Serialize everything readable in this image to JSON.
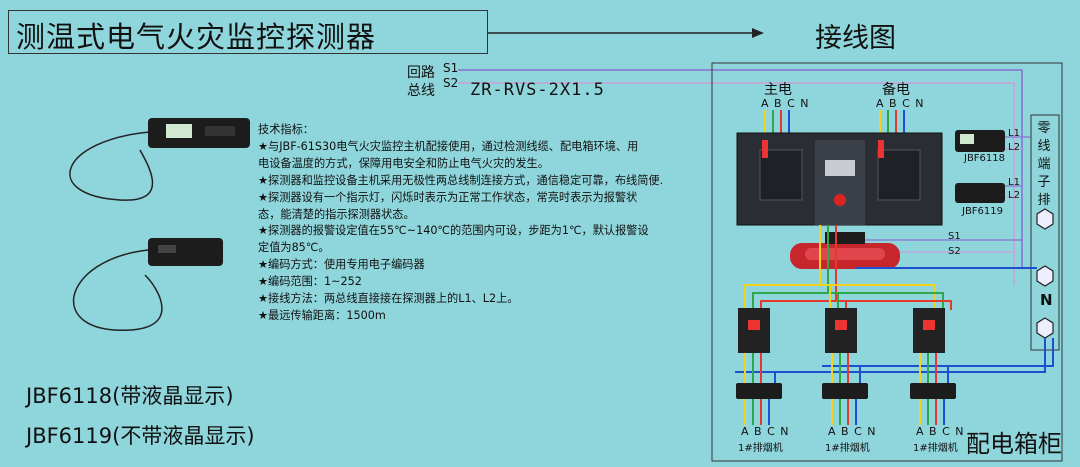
{
  "header": {
    "title": "测温式电气火灾监控探测器",
    "wiring_title": "接线图"
  },
  "bus": {
    "loop": "回路",
    "bus": "总线",
    "s1": "S1",
    "s2": "S2",
    "cable": "ZR-RVS-2X1.5"
  },
  "specs": [
    "技术指标：",
    "★与JBF-61S30电气火灾监控主机配接使用，通过检测线缆、配电箱环境、用",
    "电设备温度的方式，保障用电安全和防止电气火灾的发生。",
    "★探测器和监控设备主机采用无极性两总线制连接方式，通信稳定可靠，布线简便.",
    "★探测器设有一个指示灯，闪烁时表示为正常工作状态，常亮时表示为报警状",
    "态，能清楚的指示探测器状态。",
    "★探测器的报警设定值在55℃~140℃的范围内可设，步距为1℃，默认报警设",
    "定值为85℃。",
    "★编码方式：使用专用电子编码器",
    "★编码范围：1~252",
    "★接线方法：两总线直接接在探测器上的L1、L2上。",
    "★最远传输距离：1500m"
  ],
  "models": {
    "jbf6118": "JBF6118(带液晶显示)",
    "jbf6119": "JBF6119(不带液晶显示)"
  },
  "diagram": {
    "main_power": "主电",
    "backup_power": "备电",
    "abcn": "A B C N",
    "detector_1": "JBF6118",
    "detector_2": "JBF6119",
    "l1": "L1",
    "l2": "L2",
    "s1": "S1",
    "s2": "S2",
    "zero_terminal": "零线端子排",
    "neutral": "N",
    "fan_label": "1#排烟机",
    "cabinet": "配电箱柜"
  },
  "colors": {
    "background": "#8fd6dc",
    "phase_a": "#f2d21b",
    "phase_b": "#2fa84a",
    "phase_c": "#e23b2e",
    "neutral": "#1f4fd1",
    "bus_s1": "#8a6fd0",
    "bus_s2": "#c9a0d8"
  }
}
